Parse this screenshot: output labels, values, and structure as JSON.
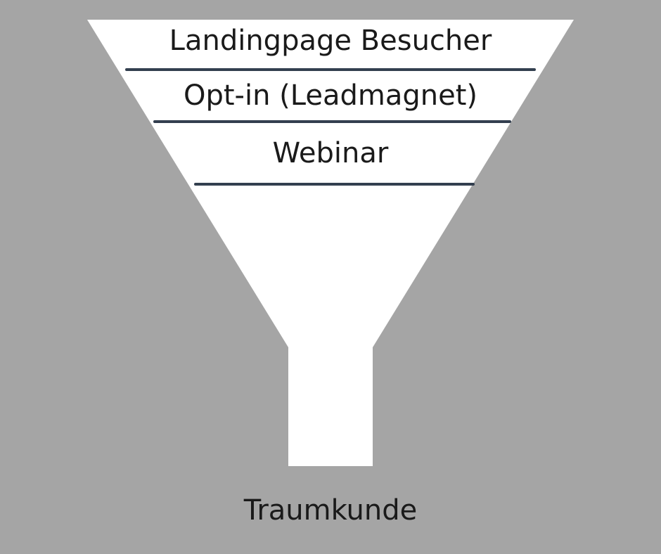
{
  "colors": {
    "background": "#a5a5a5",
    "funnel_fill": "#ffffff",
    "divider": "#333f4f",
    "text": "#1a1a1a"
  },
  "funnel": {
    "stages": [
      {
        "label": "Landingpage Besucher"
      },
      {
        "label": "Opt-in (Leadmagnet)"
      },
      {
        "label": "Webinar"
      }
    ],
    "result_label": "Traumkunde"
  }
}
